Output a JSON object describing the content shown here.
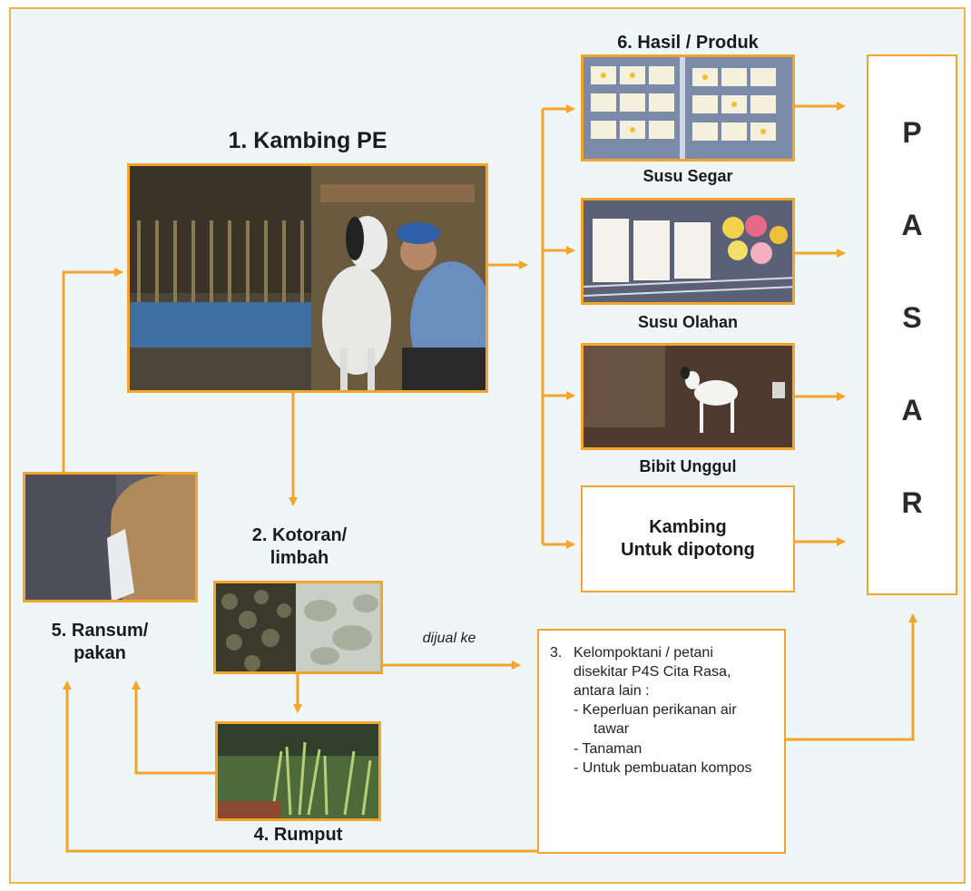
{
  "diagram": {
    "node1_title": "1. Kambing PE",
    "output_title": "6. Hasil / Produk",
    "products": [
      {
        "label": "Susu Segar"
      },
      {
        "label": "Susu  Olahan"
      },
      {
        "label": "Bibit Unggul"
      },
      {
        "label": "Kambing\nUntuk dipotong"
      }
    ],
    "market_letters": [
      "P",
      "A",
      "S",
      "A",
      "R"
    ],
    "node2_title": "2. Kotoran/\nlimbah",
    "edge_sold_to": "dijual ke",
    "node3": {
      "number": "3.",
      "heading": "Kelompoktani / petani\ndisekitar P4S Cita Rasa,\nantara lain :",
      "items": [
        "-  Keperluan perikanan air tawar",
        "-  Tanaman",
        "-  Untuk pembuatan kompos"
      ]
    },
    "node4_title": "4. Rumput",
    "node5_title": "5. Ransum/\npakan",
    "colors": {
      "accent": "#f2a52a",
      "background": "#eef6f8",
      "text": "#1b1b1b"
    }
  }
}
